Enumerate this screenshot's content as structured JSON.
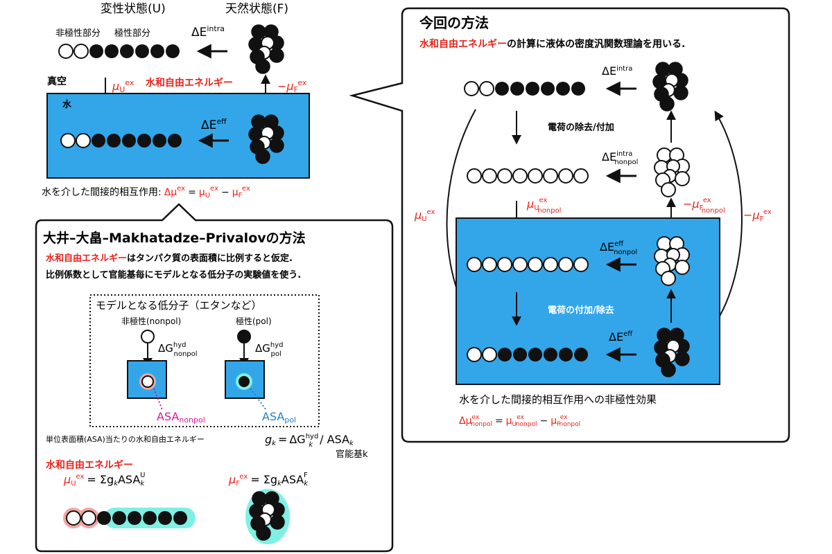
{
  "colors": {
    "water": "#33a6ea",
    "red": "#e8231a",
    "nonpol_halo": "#f3a6a0",
    "pol_halo": "#7ff0e4",
    "asa_nonpol_text": "#d6189c",
    "asa_pol_text": "#1f7fc9",
    "border": "#111111"
  },
  "top_left": {
    "unfolded_title": "変性状態(U)",
    "folded_title": "天然状態(F)",
    "nonpolar_part": "非極性部分",
    "polar_part": "極性部分",
    "delta_E": "ΔE",
    "intra": "intra",
    "eff": "eff",
    "vacuum": "真空",
    "water": "水",
    "mu_sym": "μ",
    "sub_U": "U",
    "sub_F": "F",
    "sup_ex": "ex",
    "minus": "−",
    "hydration_free_energy": "水和自由エネルギー",
    "indirect_interaction": "水を介した間接的相互作用:",
    "formula_eq": "=",
    "formula_minus": "−",
    "delta_mu": "Δμ"
  },
  "right_bubble": {
    "title": "今回の方法",
    "desc_red": "水和自由エネルギー",
    "desc_rest": "の計算に液体の密度汎関数理論を用いる.",
    "remove_add_charge": "電荷の除去/付加",
    "add_remove_charge": "電荷の付加/除去",
    "nonpol": "nonpol",
    "effect_caption": "水を介した間接的相互作用への非極性効果",
    "ex": "ex"
  },
  "left_bubble": {
    "title": "大井–大畠–Makhatadze–Privalovの方法",
    "line1_red": "水和自由エネルギー",
    "line1_rest": "はタンパク質の表面積に比例すると仮定.",
    "line2": "比例係数として官能基毎にモデルとなる低分子の実験値を使う.",
    "model_title": "モデルとなる低分子（エタンなど）",
    "nonpolar_label": "非極性(nonpol)",
    "polar_label": "極性(pol)",
    "delta_G": "ΔG",
    "hyd": "hyd",
    "nonpol": "nonpol",
    "pol": "pol",
    "asa_nonpol": "ASAnonpol",
    "asa": "ASA",
    "per_area": "単位表面積(ASA)当たりの水和自由エネルギー",
    "g_k": "g",
    "k": "k",
    "slash_asa": "/ ASA",
    "per_group": "官能基k",
    "hyd_free_energy": "水和自由エネルギー",
    "sum_expr": "= Σg",
    "asa_word": "ASA",
    "sup_U": "U",
    "sup_F": "F"
  }
}
